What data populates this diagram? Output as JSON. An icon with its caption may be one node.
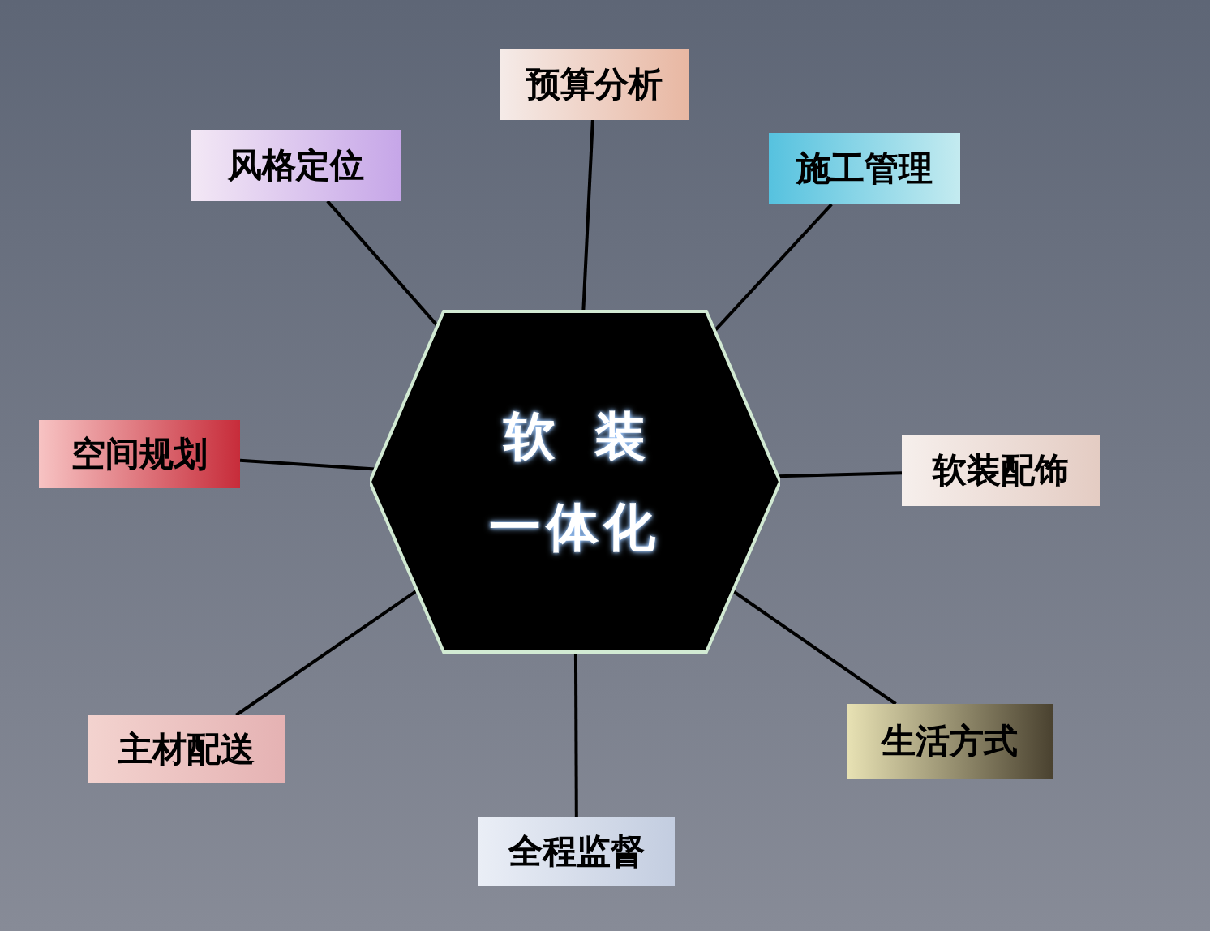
{
  "diagram": {
    "nodes": [
      {
        "text": [
          "软装",
          "一体化"
        ]
      },
      {
        "text": [
          "预算分析"
        ]
      },
      {
        "text": [
          "风格定位"
        ]
      },
      {
        "text": [
          "施工管理"
        ]
      },
      {
        "text": [
          "空间规划"
        ]
      },
      {
        "text": [
          "软装配饰"
        ]
      },
      {
        "text": [
          "主材配送"
        ]
      },
      {
        "text": [
          "生活方式"
        ]
      },
      {
        "text": [
          "全程监督"
        ]
      }
    ],
    "edges": [
      {
        "from": 0,
        "to": 1,
        "arrow": "none"
      },
      {
        "from": 0,
        "to": 2,
        "arrow": "none"
      },
      {
        "from": 0,
        "to": 3,
        "arrow": "none"
      },
      {
        "from": 0,
        "to": 4,
        "arrow": "none"
      },
      {
        "from": 0,
        "to": 5,
        "arrow": "none"
      },
      {
        "from": 0,
        "to": 6,
        "arrow": "none"
      },
      {
        "from": 0,
        "to": 7,
        "arrow": "none"
      },
      {
        "from": 0,
        "to": 8,
        "arrow": "none"
      }
    ]
  }
}
